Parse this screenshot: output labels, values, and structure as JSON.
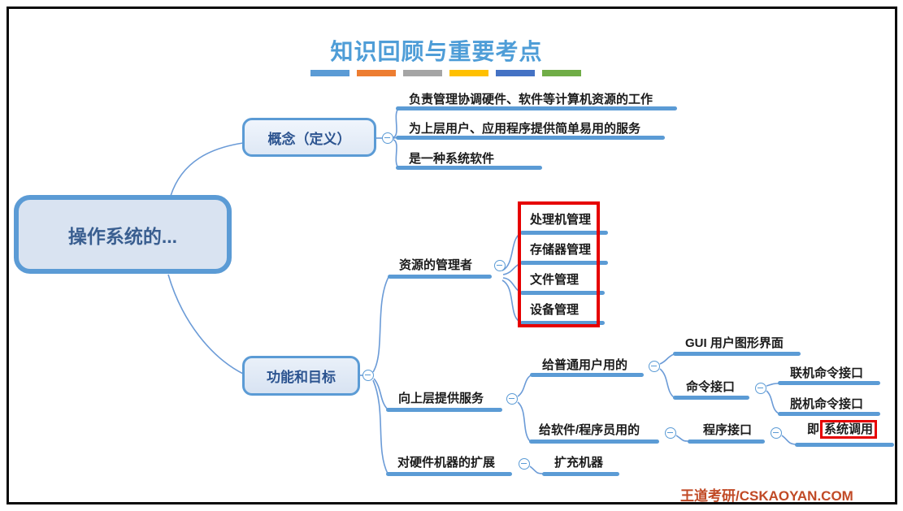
{
  "header": {
    "title": "知识回顾与重要考点",
    "bars": [
      "#5B9BD5",
      "#ED7D31",
      "#A5A5A5",
      "#FFC000",
      "#4472C4",
      "#70AD47"
    ]
  },
  "mindmap": {
    "root": "操作系统的...",
    "concept": "概念（定义）",
    "concept_children": {
      "def1": "负责管理协调硬件、软件等计算机资源的工作",
      "def2": "为上层用户、应用程序提供简单易用的服务",
      "def3": "是一种系统软件"
    },
    "functions": "功能和目标",
    "resource_manager": "资源的管理者",
    "managers": {
      "m1": "处理机管理",
      "m2": "存储器管理",
      "m3": "文件管理",
      "m4": "设备管理"
    },
    "services": "向上层提供服务",
    "ordinary_users": "给普通用户用的",
    "gui": "GUI 用户图形界面",
    "cmd_interface": "命令接口",
    "online_cmd": "联机命令接口",
    "offline_cmd": "脱机命令接口",
    "programmers": "给软件/程序员用的",
    "program_interface": "程序接口",
    "syscall_prefix": "即",
    "syscall": "系统调用",
    "hardware_extension": "对硬件机器的扩展",
    "expand_machine": "扩充机器"
  },
  "footer": {
    "brand": "王道考研/CSKAOYAN.COM"
  },
  "colors": {
    "accent_blue": "#5B9BD5",
    "title_blue": "#4E9DD7",
    "node_text_blue": "#2C5490",
    "highlight_red": "#E60000",
    "footer_red": "#C14A26"
  },
  "icons": {
    "collapse": "minus-circle"
  }
}
